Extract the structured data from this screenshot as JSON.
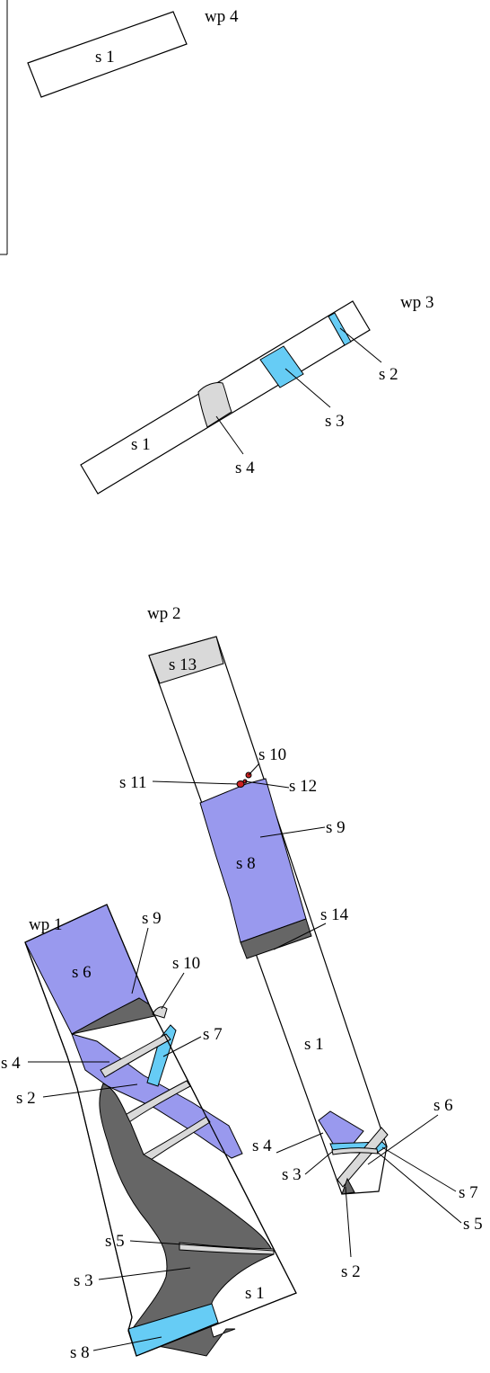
{
  "colors": {
    "sample_purple": "#9999ee",
    "light_blue": "#66ccf5",
    "dark_grey": "#666666",
    "light_grey": "#d9d9d9",
    "red_point": "#cc2222"
  },
  "wp4": {
    "title": "wp 4",
    "s1": "s 1"
  },
  "wp3": {
    "title": "wp 3",
    "s1": "s 1",
    "s2": "s 2",
    "s3": "s 3",
    "s4": "s 4"
  },
  "wp2": {
    "title": "wp 2",
    "s1": "s 1",
    "s2": "s 2",
    "s3": "s 3",
    "s4": "s 4",
    "s5": "s 5",
    "s6": "s 6",
    "s7": "s 7",
    "s8": "s 8",
    "s9": "s 9",
    "s10": "s 10",
    "s11": "s 11",
    "s12": "s 12",
    "s13": "s 13",
    "s14": "s 14"
  },
  "wp1": {
    "title": "wp 1",
    "s1": "s 1",
    "s2": "s 2",
    "s3": "s 3",
    "s4": "s 4",
    "s5": "s 5",
    "s6": "s 6",
    "s7": "s 7",
    "s8": "s 8",
    "s9": "s 9",
    "s10": "s 10"
  }
}
